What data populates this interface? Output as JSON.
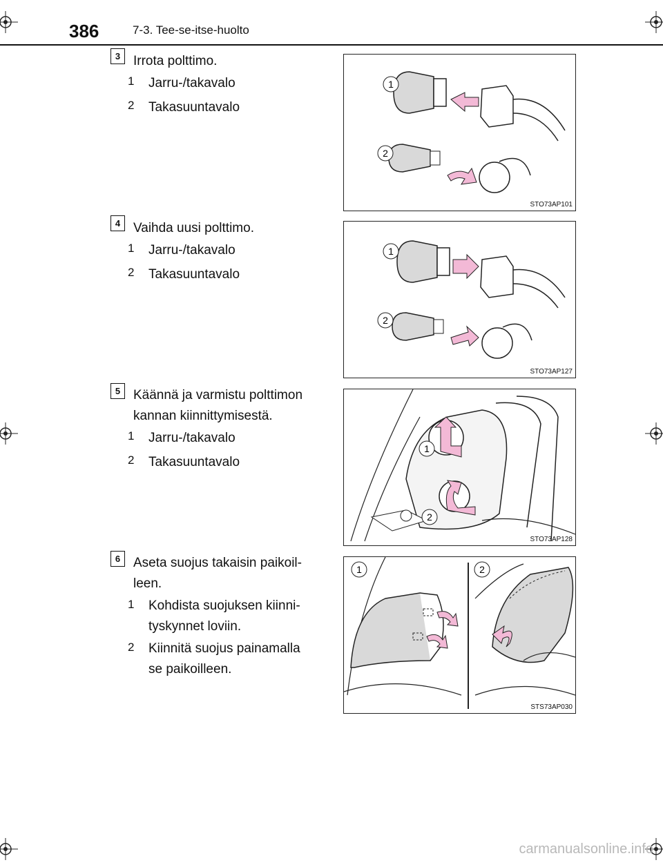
{
  "header": {
    "page_number": "386",
    "section": "7-3. Tee-se-itse-huolto"
  },
  "steps": [
    {
      "number": "3",
      "text": "Irrota polttimo.",
      "items": [
        {
          "n": "1",
          "text": "Jarru-/takavalo"
        },
        {
          "n": "2",
          "text": "Takasuuntavalo"
        }
      ],
      "figure": {
        "code": "STO73AP101",
        "callouts": [
          "1",
          "2"
        ]
      }
    },
    {
      "number": "4",
      "text": "Vaihda uusi polttimo.",
      "items": [
        {
          "n": "1",
          "text": "Jarru-/takavalo"
        },
        {
          "n": "2",
          "text": "Takasuuntavalo"
        }
      ],
      "figure": {
        "code": "STO73AP127",
        "callouts": [
          "1",
          "2"
        ]
      }
    },
    {
      "number": "5",
      "text_lines": [
        "Käännä ja varmistu polttimon",
        "kannan kiinnittymisestä."
      ],
      "items": [
        {
          "n": "1",
          "text": "Jarru-/takavalo"
        },
        {
          "n": "2",
          "text": "Takasuuntavalo"
        }
      ],
      "figure": {
        "code": "STO73AP128",
        "callouts": [
          "1",
          "2"
        ]
      }
    },
    {
      "number": "6",
      "text_lines": [
        "Aseta suojus takaisin paikoil-",
        "leen."
      ],
      "items": [
        {
          "n": "1",
          "lines": [
            "Kohdista suojuksen kiinni-",
            "tyskynnet loviin."
          ]
        },
        {
          "n": "2",
          "lines": [
            "Kiinnitä suojus painamalla",
            "se paikoilleen."
          ]
        }
      ],
      "figure": {
        "code": "STS73AP030",
        "callouts": [
          "1",
          "2"
        ]
      }
    }
  ],
  "footer": {
    "watermark": "carmanualsonline.info"
  },
  "colors": {
    "arrow": "#f3b9d6",
    "bulb": "#d9d9d9",
    "line": "#222222"
  }
}
